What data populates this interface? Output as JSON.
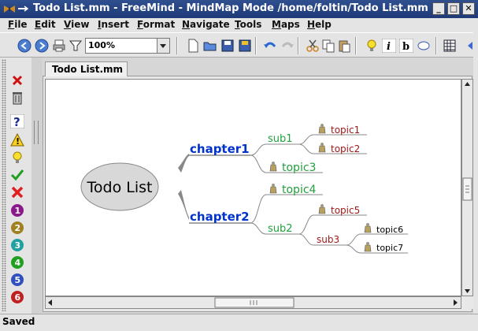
{
  "window": {
    "title": "Todo List.mm - FreeMind - MindMap Mode /home/foltin/Todo List.mm",
    "min_icon": "_",
    "max_icon": "□",
    "close_icon": "✕"
  },
  "menu": [
    {
      "label": "File",
      "u": "F",
      "rest": "ile"
    },
    {
      "label": "Edit",
      "u": "E",
      "rest": "dit"
    },
    {
      "label": "View",
      "u": "V",
      "rest": "iew"
    },
    {
      "label": "Insert",
      "u": "I",
      "rest": "nsert"
    },
    {
      "label": "Format",
      "u": "F",
      "rest": "ormat"
    },
    {
      "label": "Navigate",
      "u": "N",
      "rest": "avigate"
    },
    {
      "label": "Tools",
      "u": "T",
      "rest": "ools"
    },
    {
      "label": "Maps",
      "u": "M",
      "rest": "aps"
    },
    {
      "label": "Help",
      "u": "H",
      "rest": "elp"
    }
  ],
  "toolbar": {
    "zoom_value": "100%"
  },
  "tab": {
    "label": "Todo List.mm"
  },
  "mindmap": {
    "root": "Todo List",
    "nodes": {
      "chapter1": "chapter1",
      "chapter2": "chapter2",
      "sub1": "sub1",
      "topic1": "topic1",
      "topic2": "topic2",
      "topic3": "topic3",
      "topic4": "topic4",
      "sub2": "sub2",
      "topic5": "topic5",
      "sub3": "sub3",
      "topic6": "topic6",
      "topic7": "topic7"
    },
    "colors": {
      "chapter": "#0033cc",
      "sub": "#22a03c",
      "topic_red": "#a01818",
      "topic_green": "#22a03c",
      "topic_black": "#000000",
      "edge": "#888888"
    }
  },
  "status": {
    "text": "Saved"
  }
}
